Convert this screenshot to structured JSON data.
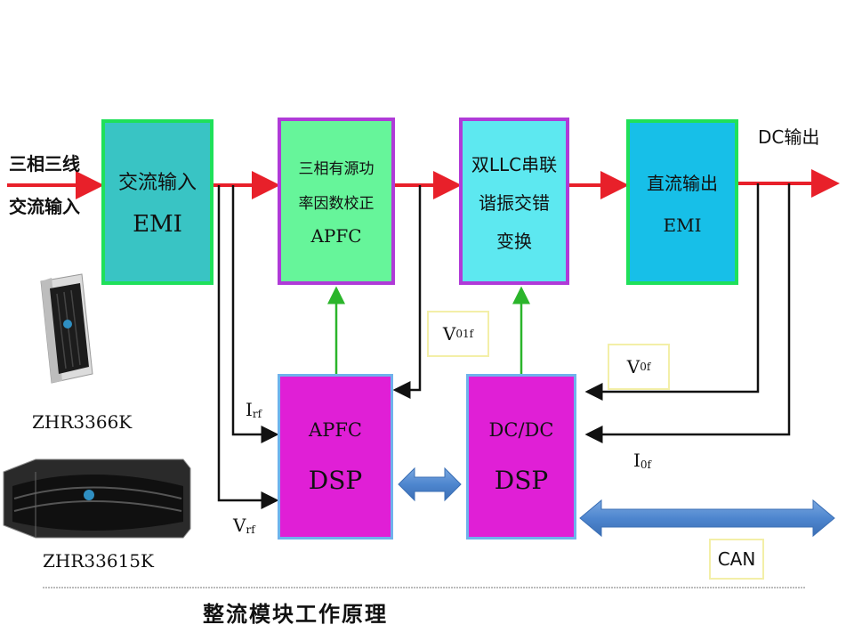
{
  "input_label": {
    "line1": "三相三线",
    "line2": "交流输入"
  },
  "output_label": "DC输出",
  "blocks": {
    "emi_in": {
      "line1": "交流输入",
      "line2": "EMI"
    },
    "apfc": {
      "line1": "三相有源功",
      "line2": "率因数校正",
      "line3": "APFC"
    },
    "llc": {
      "line1": "双LLC串联",
      "line2": "谐振交错",
      "line3": "变换"
    },
    "emi_out": {
      "line1": "直流输出",
      "line2": "EMI"
    },
    "apfc_dsp": {
      "line1": "APFC",
      "line2": "DSP"
    },
    "dcdc_dsp": {
      "line1": "DC/DC",
      "line2": "DSP"
    }
  },
  "signals": {
    "v01f": {
      "main": "V",
      "sub": "01f"
    },
    "v0f": {
      "main": "V",
      "sub": "0f"
    },
    "irf": {
      "main": "I",
      "sub": "rf"
    },
    "vrf": {
      "main": "V",
      "sub": "rf"
    },
    "i0f": {
      "main": "I",
      "sub": "0f"
    }
  },
  "can_label": "CAN",
  "products": {
    "model1": "ZHR3366K",
    "model2": "ZHR33615K"
  },
  "caption": "整流模块工作原理",
  "colors": {
    "power_arrow": "#e8202a",
    "feedback_arrow": "#2bb52b",
    "emi_fill": "#39c4c4",
    "apfc_fill": "#66f59a",
    "llc_fill": "#5de8f0",
    "emi_out_fill": "#17bfe8",
    "dsp_fill": "#e01fd6",
    "box_border_green": "#1fe05a",
    "box_border_purple": "#b03ad8",
    "box_border_blue": "#6fb2ec",
    "bus_arrow": "#4e86cf"
  }
}
